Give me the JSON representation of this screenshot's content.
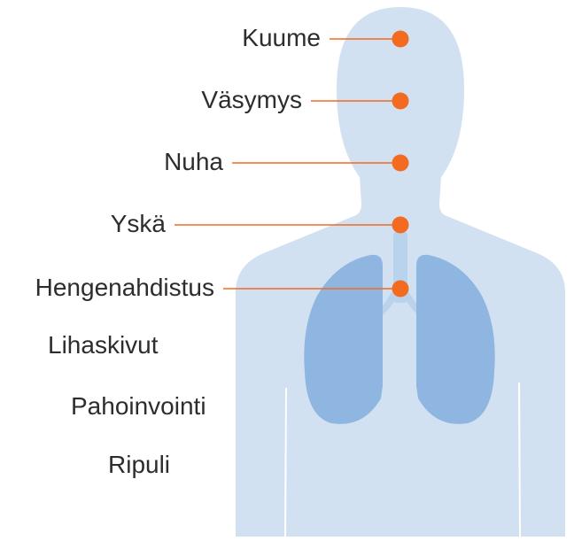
{
  "colors": {
    "body_fill": "#d2e1f2",
    "lung_fill": "#8fb6e0",
    "airway_fill": "#b9d3ec",
    "marker": "#f26b21",
    "leader_line": "#f26b21",
    "text": "#2d2d2d"
  },
  "symptoms": [
    {
      "label": "Kuume",
      "marked": true
    },
    {
      "label": "Väsymys",
      "marked": true
    },
    {
      "label": "Nuha",
      "marked": true
    },
    {
      "label": "Yskä",
      "marked": true
    },
    {
      "label": "Hengenahdistus",
      "marked": true
    },
    {
      "label": "Lihaskivut",
      "marked": false
    },
    {
      "label": "Pahoinvointi",
      "marked": false
    },
    {
      "label": "Ripuli",
      "marked": false
    }
  ]
}
